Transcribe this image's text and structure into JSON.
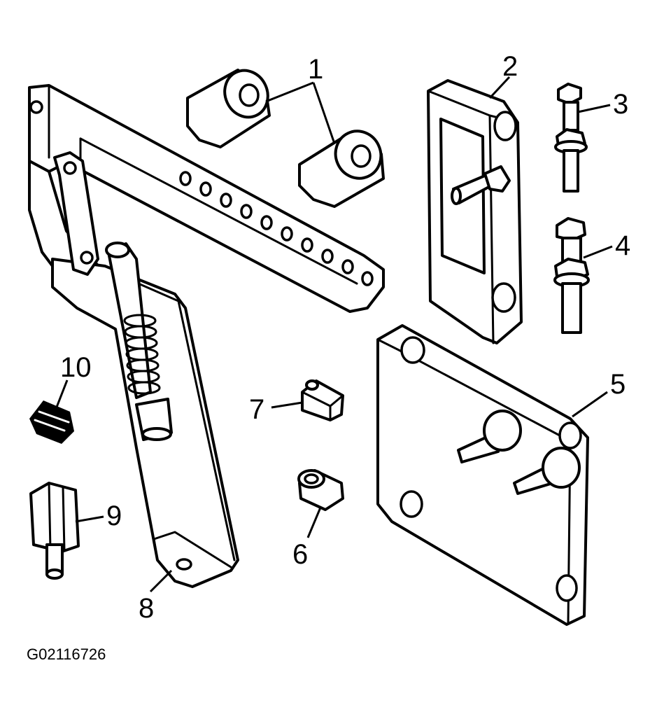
{
  "figure_id": "G02116726",
  "callouts": [
    "1",
    "2",
    "3",
    "4",
    "5",
    "6",
    "7",
    "8",
    "9",
    "10"
  ]
}
